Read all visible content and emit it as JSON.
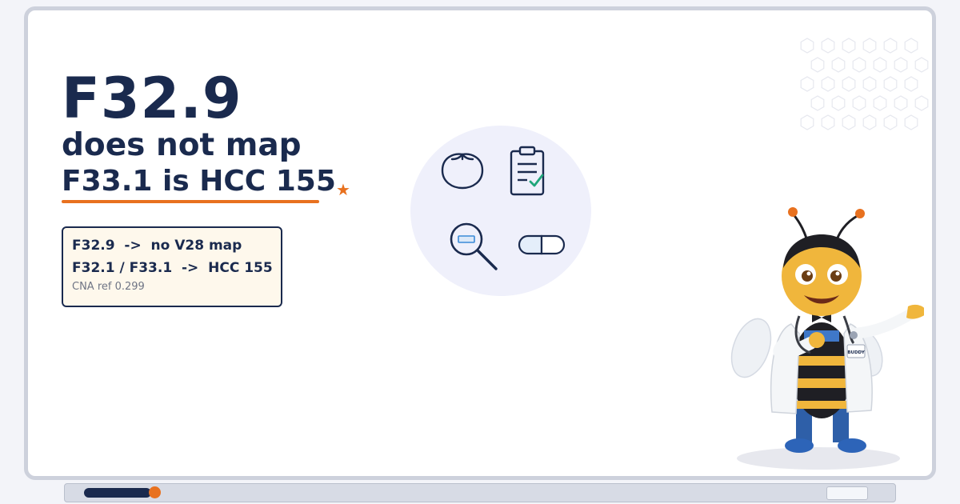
{
  "headline": {
    "code": "F32.9",
    "line2": "does not map",
    "line3": "F33.1 is HCC 155",
    "star": "★"
  },
  "card": {
    "line1": "F32.9  ->  no V28 map",
    "line2": "F32.1 / F33.1  ->  HCC 155",
    "ref": "CNA ref 0.299"
  },
  "icons": [
    "brain-icon",
    "clipboard-check-icon",
    "magnifier-icon",
    "pill-icon"
  ],
  "mascot": {
    "badge": "BUDDY"
  },
  "progress": {
    "fraction": 0.085
  },
  "colors": {
    "navy": "#1a2a4e",
    "accent": "#e8711f",
    "check": "#1fa67a",
    "card_bg": "#fef8ec",
    "circle_bg": "#eff0fb"
  }
}
